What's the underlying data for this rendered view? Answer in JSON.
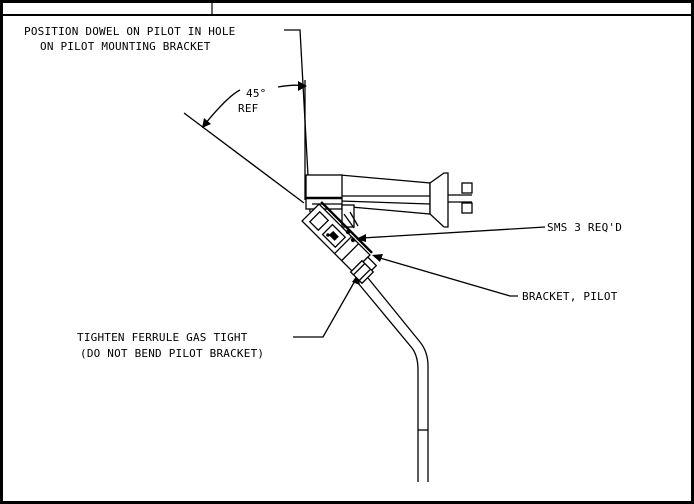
{
  "notes": {
    "dowel_line1": "POSITION DOWEL ON PILOT IN HOLE",
    "dowel_line2": "ON PILOT MOUNTING BRACKET",
    "angle_value": "45°",
    "angle_ref": "REF",
    "screws": "SMS 3 REQ'D",
    "bracket": "BRACKET, PILOT",
    "ferrule_line1": "TIGHTEN FERRULE GAS TIGHT",
    "ferrule_line2": "(DO NOT BEND PILOT BRACKET)"
  }
}
